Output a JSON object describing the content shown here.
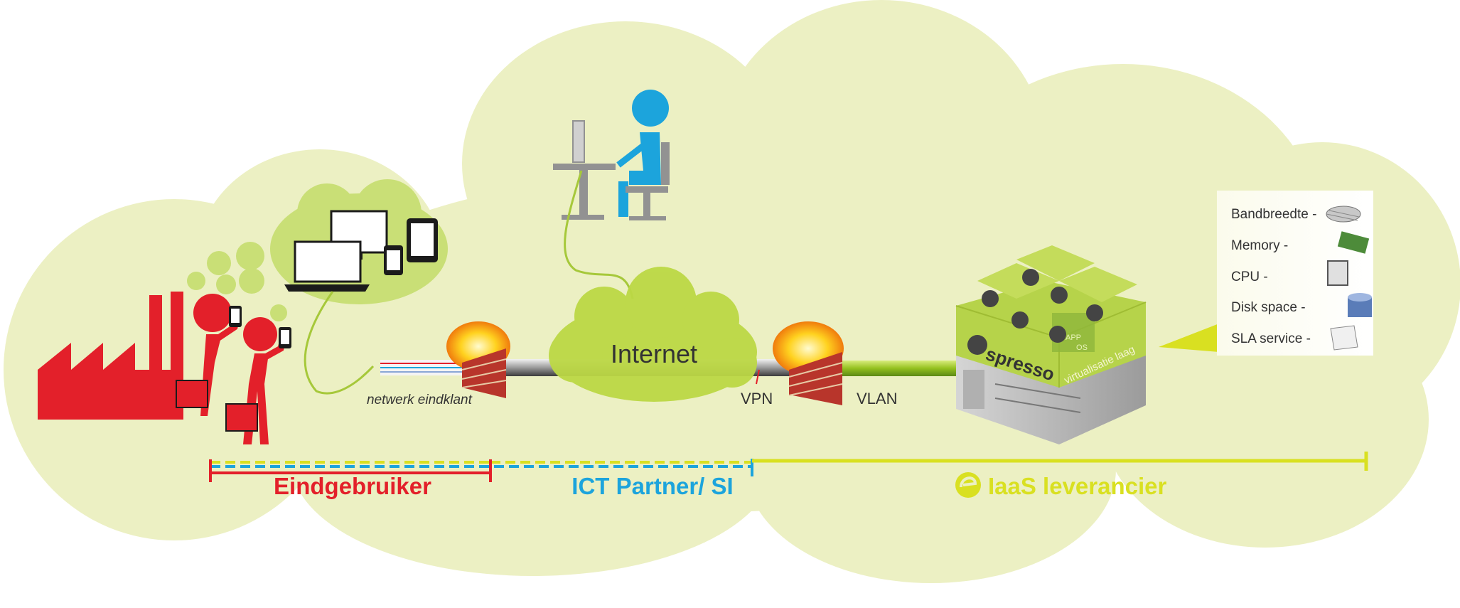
{
  "diagram": {
    "labels": {
      "internet": "Internet",
      "network_client": "netwerk eindklant",
      "vpn": "VPN",
      "vlan": "VLAN",
      "server_brand": "spresso",
      "virtualization": "virtualisatie laag",
      "app": "APP",
      "os": "OS"
    },
    "roles": [
      {
        "name": "Eindgebruiker",
        "color": "#e3202a"
      },
      {
        "name": "ICT Partner/ SI",
        "color": "#1ca4dc"
      },
      {
        "name": "IaaS leverancier",
        "color": "#d9e021"
      }
    ],
    "resources": [
      "Bandbreedte -",
      "Memory -",
      "CPU -",
      "Disk space -",
      "SLA service -"
    ],
    "colors": {
      "cloud": "#ecf0c3",
      "red": "#e3202a",
      "blue": "#1ca4dc",
      "yellow": "#d9e021",
      "green": "#a6c83a"
    }
  }
}
